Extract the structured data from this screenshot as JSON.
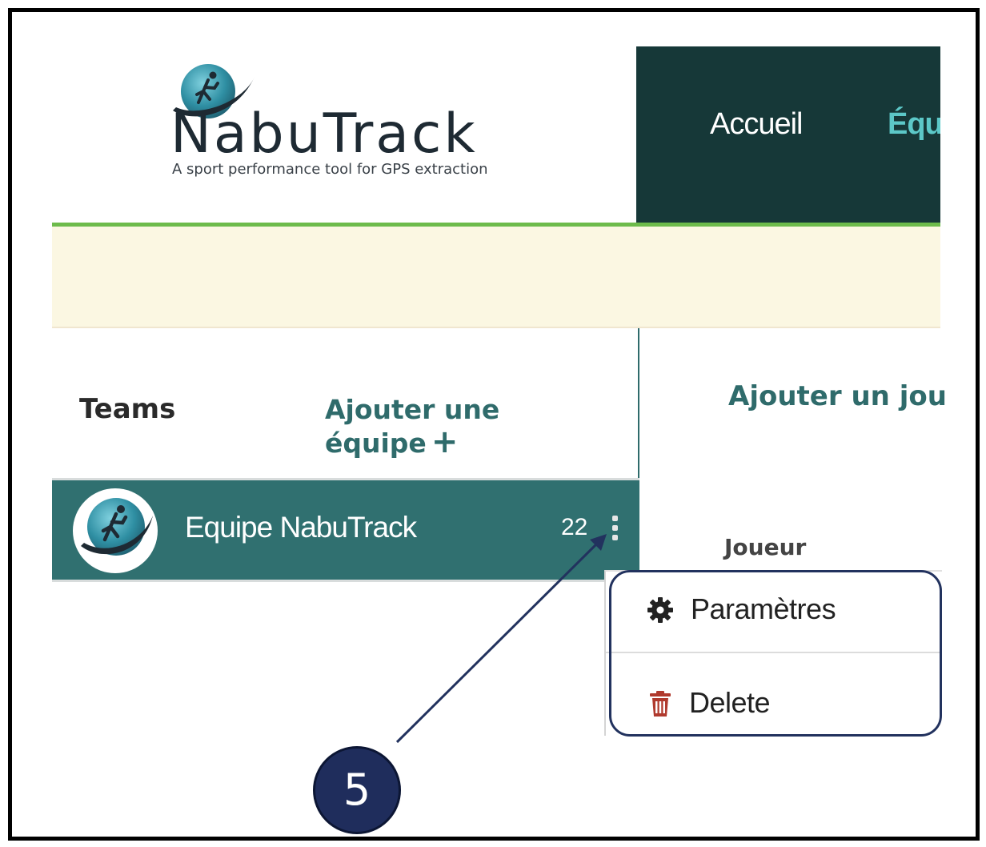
{
  "logo": {
    "name": "NabuTrack",
    "tagline": "A sport performance tool for GPS extraction"
  },
  "nav": {
    "items": [
      {
        "label": "Accueil"
      },
      {
        "label": "Équ"
      }
    ]
  },
  "teams_panel": {
    "title": "Teams",
    "add_team_label": "Ajouter une équipe",
    "add_team_plus": "+",
    "team": {
      "name": "Equipe NabuTrack",
      "count": "22"
    }
  },
  "right_panel": {
    "add_player_label": "Ajouter un jou",
    "player_label": "Joueur"
  },
  "dropdown": {
    "settings_label": "Paramètres",
    "delete_label": "Delete"
  },
  "annotation": {
    "step_number": "5"
  },
  "colors": {
    "nav_bg": "#163838",
    "accent_teal": "#2f6b6b",
    "active_nav": "#5cc8c8",
    "green_line": "#6dbb4b",
    "banner_bg": "#fbf7e2",
    "team_row_bg": "#307070",
    "delete_icon": "#b03a2e",
    "annotation": "#1f2d5c"
  }
}
